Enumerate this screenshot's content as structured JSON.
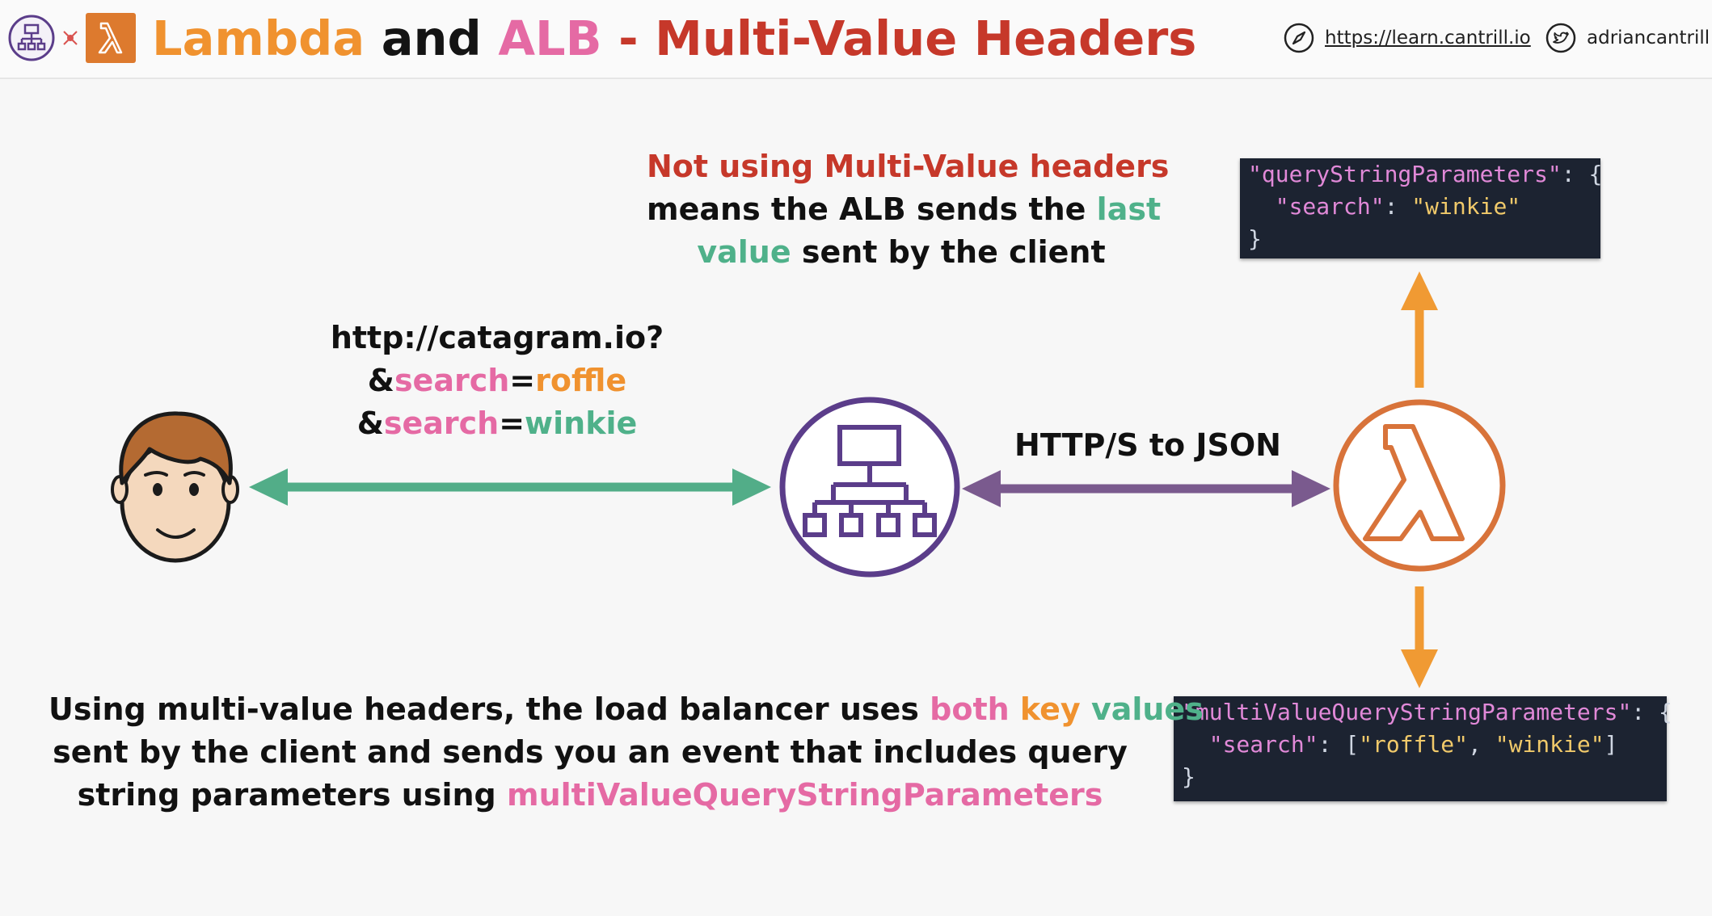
{
  "header": {
    "title_parts": [
      "Lambda",
      "and",
      "ALB",
      "-",
      "Multi-Value Headers"
    ],
    "website": "https://learn.cantrill.io",
    "twitter": "adriancantrill"
  },
  "top_note": {
    "line1": "Not using Multi-Value headers",
    "line2_a": "means the ALB sends the",
    "line2_b": "last",
    "line3_a": "value",
    "line3_b": "sent by the client"
  },
  "request": {
    "url": "http://catagram.io?",
    "p1_amp": "&",
    "p1_key": "search",
    "p1_eq": "=",
    "p1_val": "roffle",
    "p2_amp": "&",
    "p2_key": "search",
    "p2_eq": "=",
    "p2_val": "winkie"
  },
  "arrow_label": "HTTP/S to JSON",
  "code_single": {
    "l1_key": "\"queryStringParameters\"",
    "l1_rest": ": {",
    "l2_key": "\"search\"",
    "l2_sep": ": ",
    "l2_val": "\"winkie\"",
    "l3": "}"
  },
  "code_multi": {
    "l1_key": "\"multiValueQueryStringParameters\"",
    "l1_rest": ": {",
    "l2_key": "\"search\"",
    "l2_sep": ": [",
    "l2_val1": "\"roffle\"",
    "l2_comma": ", ",
    "l2_val2": "\"winkie\"",
    "l2_end": "]",
    "l3": "}"
  },
  "bottom_note": {
    "l1_a": "Using multi-value headers, the load balancer uses",
    "l1_both": "both",
    "l1_key": "key",
    "l1_values": "values",
    "l2": "sent by the client and sends you an event that includes query",
    "l3_a": "string parameters using",
    "l3_b": "multiValueQueryStringParameters"
  },
  "colors": {
    "lambda_orange": "#d8733a",
    "alb_purple": "#5b3d8a",
    "client_arrow_green": "#52ad88",
    "alb_lambda_arrow_purple": "#7a5a8e",
    "lambda_output_arrow_orange": "#f09a33",
    "code_background": "#1c2331"
  },
  "icons": [
    "alb-icon",
    "lambda-icon",
    "user-avatar",
    "compass-icon",
    "twitter-icon"
  ]
}
